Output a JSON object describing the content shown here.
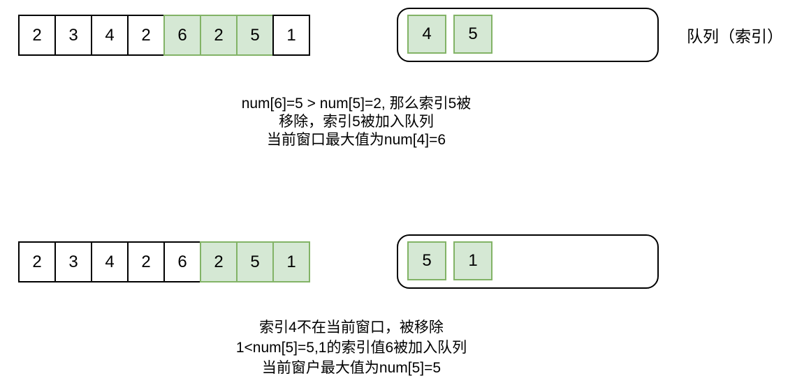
{
  "colors": {
    "green_fill": "#d5e8d4",
    "green_stroke": "#82b366",
    "line": "#000000"
  },
  "queue_label": "队列（索引）",
  "step1": {
    "array": [
      {
        "value": "2",
        "highlight": false
      },
      {
        "value": "3",
        "highlight": false
      },
      {
        "value": "4",
        "highlight": false
      },
      {
        "value": "2",
        "highlight": false
      },
      {
        "value": "6",
        "highlight": true
      },
      {
        "value": "2",
        "highlight": true
      },
      {
        "value": "5",
        "highlight": true
      },
      {
        "value": "1",
        "highlight": false
      }
    ],
    "queue": [
      "4",
      "5"
    ],
    "caption_lines": [
      "num[6]=5  > num[5]=2, 那么索引5被",
      "移除，索引5被加入队列",
      "当前窗口最大值为num[4]=6"
    ]
  },
  "step2": {
    "array": [
      {
        "value": "2",
        "highlight": false
      },
      {
        "value": "3",
        "highlight": false
      },
      {
        "value": "4",
        "highlight": false
      },
      {
        "value": "2",
        "highlight": false
      },
      {
        "value": "6",
        "highlight": false
      },
      {
        "value": "2",
        "highlight": true
      },
      {
        "value": "5",
        "highlight": true
      },
      {
        "value": "1",
        "highlight": true
      }
    ],
    "queue": [
      "5",
      "1"
    ],
    "caption_lines": [
      "索引4不在当前窗口，被移除",
      "1<num[5]=5,1的索引值6被加入队列",
      "当前窗户最大值为num[5]=5"
    ]
  }
}
